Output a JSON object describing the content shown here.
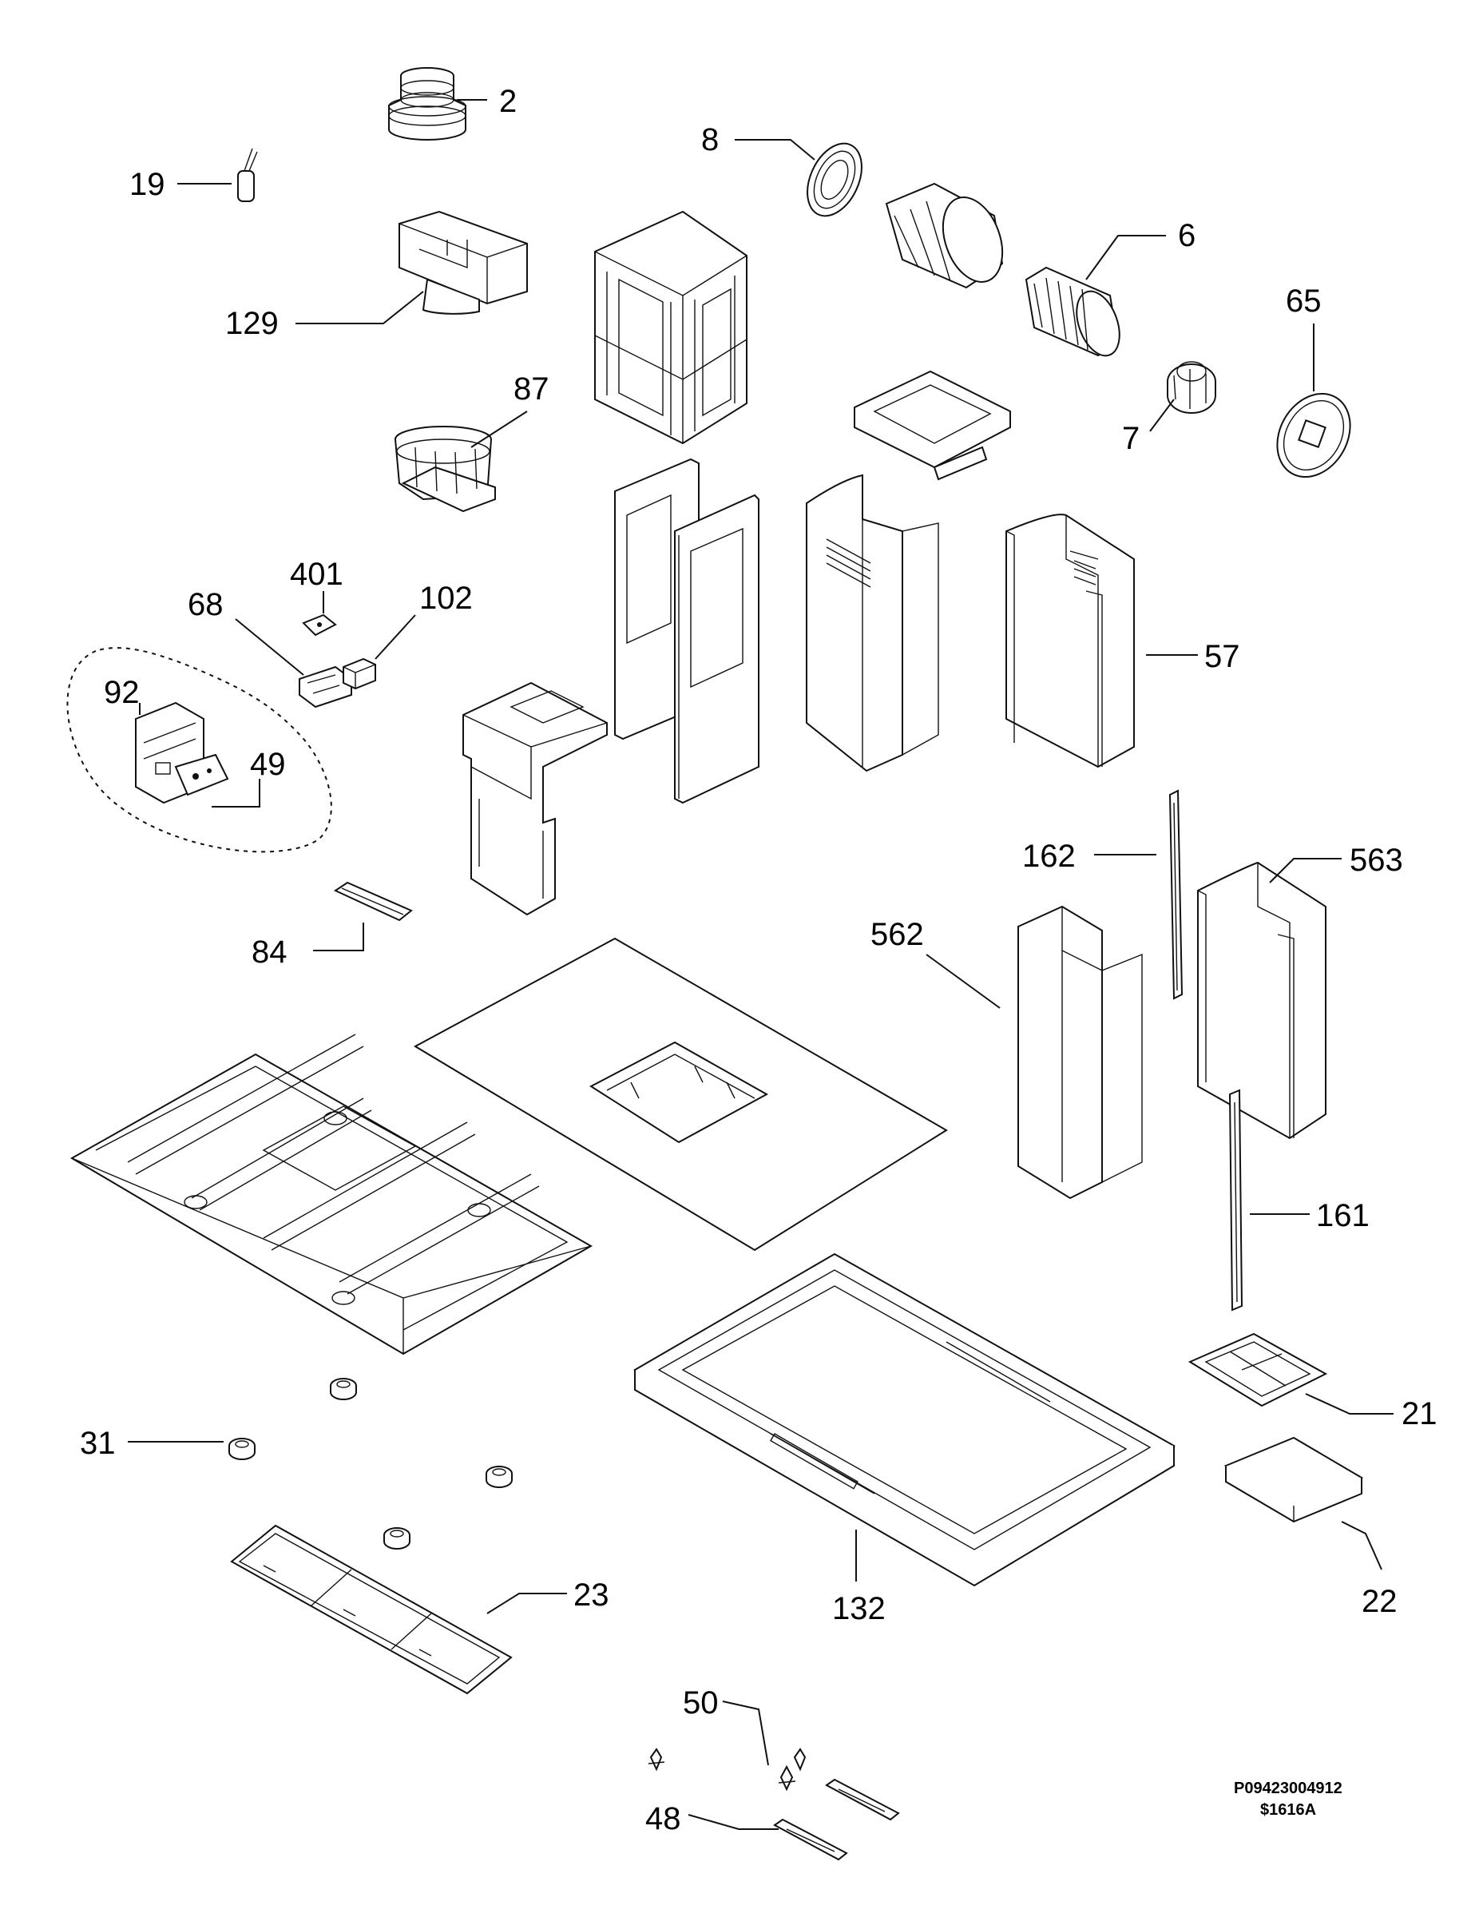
{
  "labels": {
    "p2": "2",
    "p8": "8",
    "p19": "19",
    "p6": "6",
    "p65": "65",
    "p129": "129",
    "p87": "87",
    "p7": "7",
    "p401": "401",
    "p68": "68",
    "p102": "102",
    "p57": "57",
    "p92": "92",
    "p49": "49",
    "p162": "162",
    "p563": "563",
    "p562": "562",
    "p84": "84",
    "p161": "161",
    "p21": "21",
    "p31": "31",
    "p23": "23",
    "p132": "132",
    "p22": "22",
    "p50": "50",
    "p48": "48"
  },
  "drawing_code": {
    "line1": "P09423004912",
    "line2": "$1616A"
  }
}
